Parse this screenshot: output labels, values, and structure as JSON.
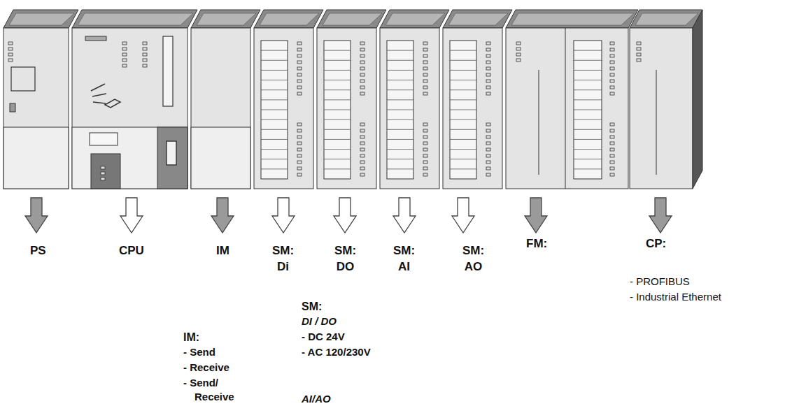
{
  "diagram": {
    "labels": [
      "PS",
      "CPU",
      "IM",
      "SM: Di",
      "SM: DO",
      "SM: AI",
      "SM: AO",
      "FM:",
      "CP:",
      "- PROFIBUS",
      "- Industrial Ethernet",
      "SM:",
      "DI / DO",
      "- DC 24V",
      "- AC 120/230V",
      "IM:",
      "- Send",
      "- Receive",
      "- Send/ Receive",
      "AI/AO"
    ]
  }
}
